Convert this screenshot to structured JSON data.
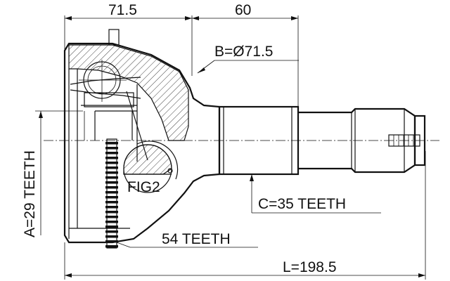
{
  "dimensions": {
    "housing_length": "71.5",
    "shaft_length": "60",
    "outer_diameter": "B=Ø71.5",
    "spline_teeth": "C=35 TEETH",
    "abs_ring_teeth": "54 TEETH",
    "inner_teeth": "A=29 TEETH",
    "total_length": "L=198.5"
  },
  "callouts": {
    "detail": "FIG2"
  }
}
